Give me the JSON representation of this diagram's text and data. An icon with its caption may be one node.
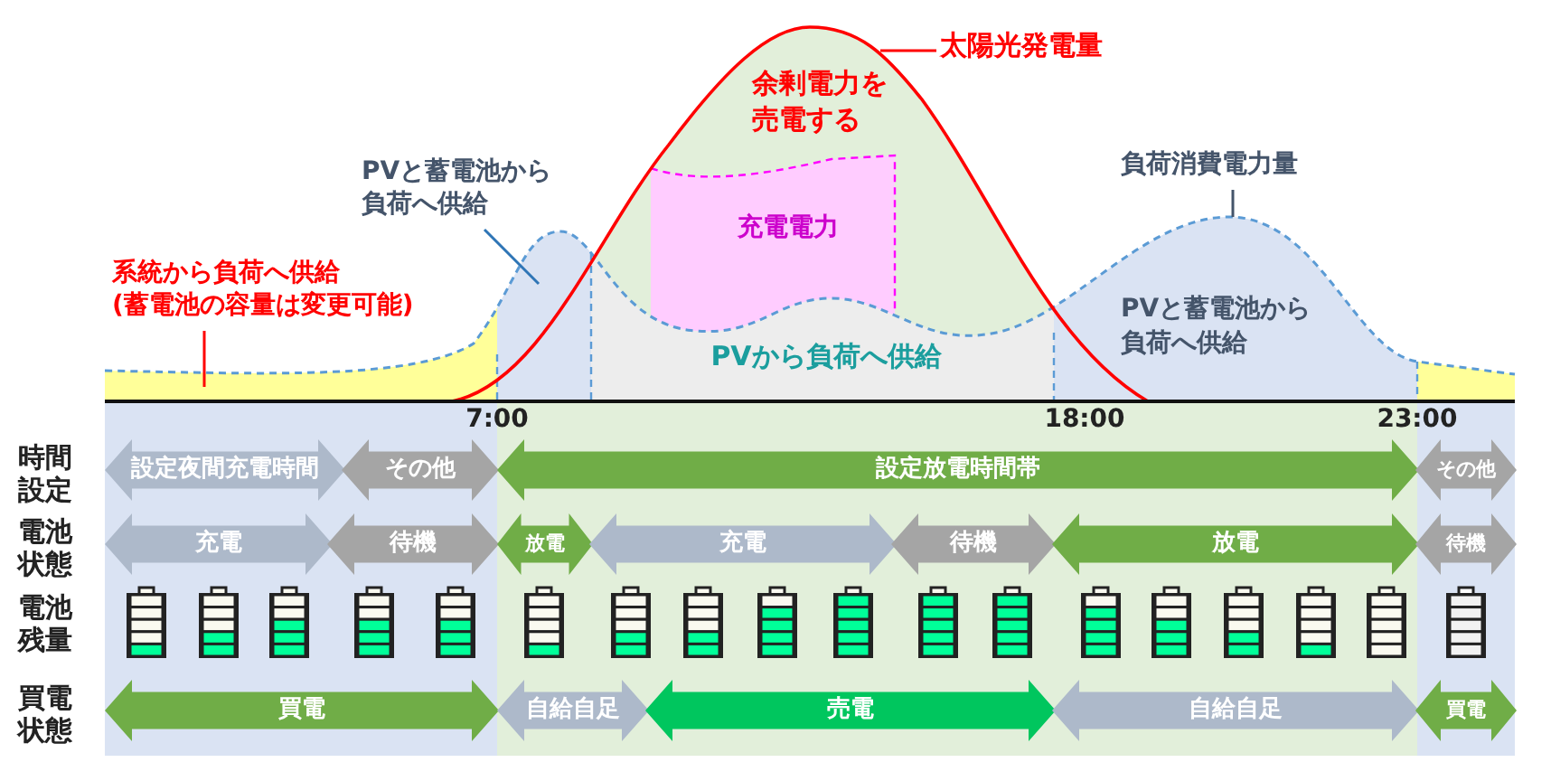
{
  "diagram": {
    "nodes": [
      {
        "text": [
          "太陽光発電量"
        ]
      },
      {
        "text": [
          "負荷消費電力量"
        ]
      },
      {
        "text": [
          "PVと蓄電池から負荷へ供給"
        ]
      },
      {
        "text": [
          "系統から負荷へ供給",
          "(蓄電池の容量は変更可能)"
        ]
      },
      {
        "text": [
          "設定夜間充電時間"
        ]
      },
      {
        "text": [
          "その他"
        ]
      },
      {
        "text": [
          "設定放電時間帯"
        ]
      },
      {
        "text": [
          "その他"
        ]
      },
      {
        "text": [
          "充電"
        ]
      },
      {
        "text": [
          "待機"
        ]
      },
      {
        "text": [
          "放電"
        ]
      },
      {
        "text": [
          "充電"
        ]
      },
      {
        "text": [
          "待機"
        ]
      },
      {
        "text": [
          "放電"
        ]
      },
      {
        "text": [
          "待機"
        ]
      },
      {
        "text": [
          "買電"
        ]
      },
      {
        "text": [
          "自給自足"
        ]
      },
      {
        "text": [
          "売電"
        ]
      },
      {
        "text": [
          "自給自足"
        ]
      },
      {
        "text": [
          "買電"
        ]
      }
    ],
    "edges": [
      {
        "from": 0,
        "to": null,
        "arrow": "none",
        "color": "#ff0000"
      },
      {
        "from": 1,
        "to": null,
        "arrow": "none",
        "color": "#44546a"
      },
      {
        "from": 2,
        "to": null,
        "arrow": "none",
        "color": "#2e75b6"
      },
      {
        "from": 3,
        "to": null,
        "arrow": "none",
        "color": "#ff0000"
      }
    ],
    "labels": [
      "余剰電力を売電する",
      "充電電力",
      "PVから負荷へ供給",
      "PVと蓄電池から負荷へ供給",
      "7:00",
      "18:00",
      "23:00",
      "時間設定",
      "電池状態",
      "電池残量",
      "買電状態"
    ]
  }
}
